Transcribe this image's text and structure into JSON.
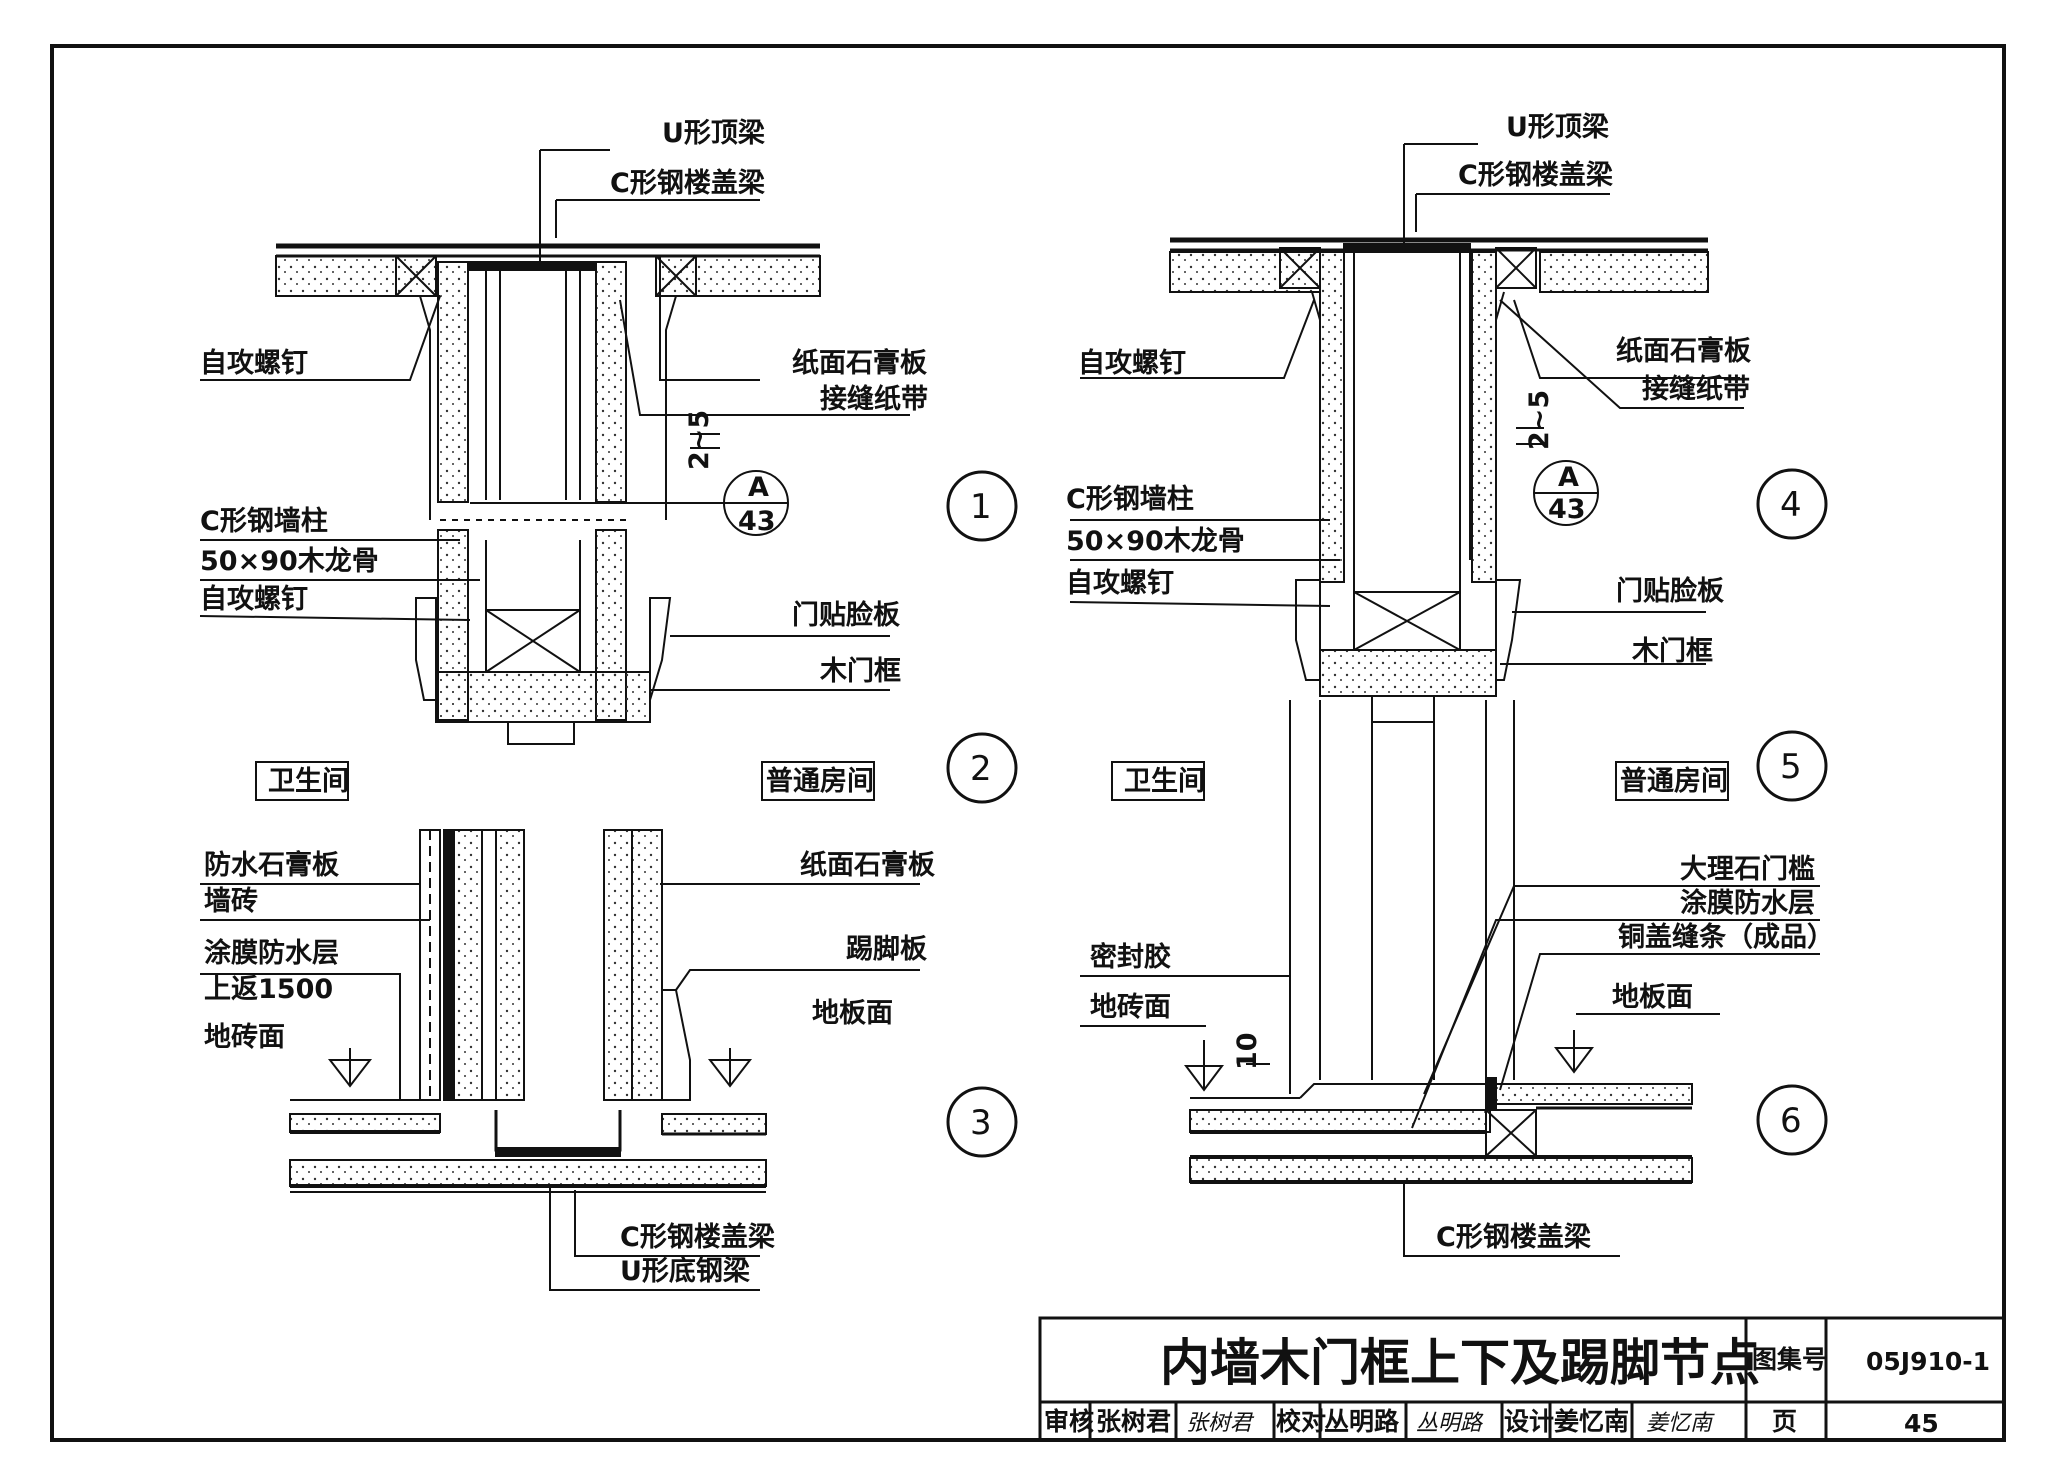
{
  "drawing": {
    "title": "内墙木门框上下及踢脚节点",
    "atlas_label": "图集号",
    "atlas_no": "05J910-1",
    "page_label": "页",
    "page_no": "45",
    "review_label": "审核",
    "reviewer": "张树君",
    "reviewer_sig": "张树君",
    "check_label": "校对",
    "checker": "丛明路",
    "checker_sig": "丛明路",
    "design_label": "设计",
    "designer": "姜忆南",
    "designer_sig": "姜忆南"
  },
  "left": {
    "labels": {
      "u_top_beam": "U形顶梁",
      "c_floor_beam_top": "C形钢楼盖梁",
      "screw1": "自攻螺钉",
      "gypsum_top": "纸面石膏板",
      "joint_tape": "接缝纸带",
      "gap": "2~5",
      "ref_letter": "A",
      "ref_num": "43",
      "c_stud": "C形钢墙柱",
      "wood_keel": "50×90木龙骨",
      "screw2": "自攻螺钉",
      "door_trim": "门贴脸板",
      "wood_frame": "木门框",
      "bathroom": "卫生间",
      "room": "普通房间",
      "waterproof_board": "防水石膏板",
      "wall_tile": "墙砖",
      "membrane": "涂膜防水层",
      "upturn": "上返1500",
      "floor_tile": "地砖面",
      "gypsum_bottom": "纸面石膏板",
      "skirting": "踢脚板",
      "floor_surface": "地板面",
      "c_floor_beam_bottom": "C形钢楼盖梁",
      "u_bottom_beam": "U形底钢梁"
    },
    "details": [
      "1",
      "2",
      "3"
    ]
  },
  "right": {
    "labels": {
      "u_top_beam": "U形顶梁",
      "c_floor_beam_top": "C形钢楼盖梁",
      "screw1": "自攻螺钉",
      "gypsum_top": "纸面石膏板",
      "joint_tape": "接缝纸带",
      "gap": "2~5",
      "ref_letter": "A",
      "ref_num": "43",
      "c_stud": "C形钢墙柱",
      "wood_keel": "50×90木龙骨",
      "screw2": "自攻螺钉",
      "door_trim": "门贴脸板",
      "wood_frame": "木门框",
      "bathroom": "卫生间",
      "room": "普通房间",
      "marble_sill": "大理石门槛",
      "membrane": "涂膜防水层",
      "copper_strip": "铜盖缝条（成品）",
      "sealant": "密封胶",
      "floor_tile": "地砖面",
      "floor_surface": "地板面",
      "dim_10": "10",
      "c_floor_beam_bottom": "C形钢楼盖梁"
    },
    "details": [
      "4",
      "5",
      "6"
    ]
  }
}
